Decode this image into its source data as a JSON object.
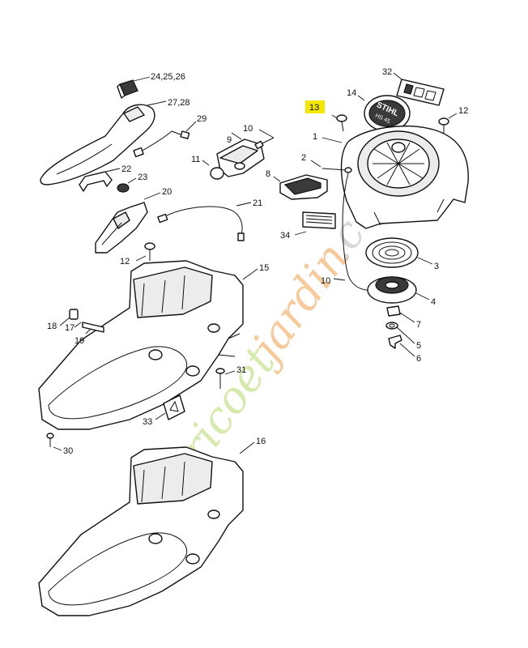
{
  "colors": {
    "ink": "#111111",
    "highlight": "#f3e600",
    "watermark_green": "#b5d96b",
    "watermark_orange": "#f0a04b",
    "watermark_gray": "#b9b9b9"
  },
  "labels": {
    "p24": "24,25,26",
    "p27": "27,28",
    "p29": "29",
    "p9": "9",
    "p10a": "10",
    "p11": "11",
    "p22": "22",
    "p23": "23",
    "p20": "20",
    "p21": "21",
    "p12a": "12",
    "p15": "15",
    "p18": "18",
    "p17": "17",
    "p19": "19",
    "p31": "31",
    "p33": "33",
    "p30": "30",
    "p16": "16",
    "p32": "32",
    "p14": "14",
    "p13": "13",
    "p12b": "12",
    "p1": "1",
    "p2": "2",
    "p8": "8",
    "p34": "34",
    "p3": "3",
    "p10b": "10",
    "p4": "4",
    "p7": "7",
    "p5": "5",
    "p6": "6"
  },
  "decal": {
    "brand": "STIHL",
    "model": "HS 45"
  },
  "watermark": {
    "part1": "bricoet",
    "part2": "jardin",
    "part3": ".com"
  }
}
